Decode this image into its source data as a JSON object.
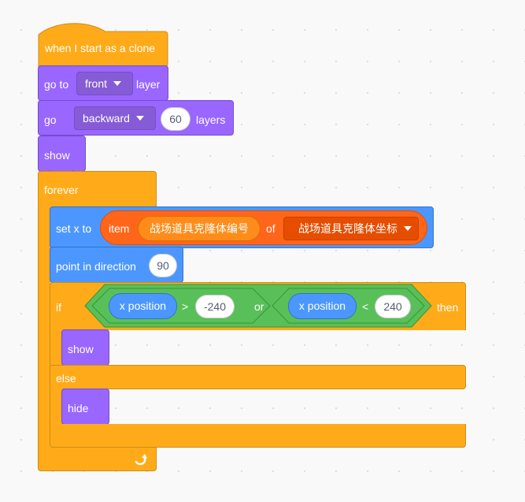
{
  "script": {
    "hat": {
      "label": "when I start as a clone"
    },
    "go_to_layer": {
      "label_go_to": "go to",
      "layer_option": "front",
      "label_layer": "layer"
    },
    "go_layers": {
      "label_go": "go",
      "direction_option": "backward",
      "amount": "60",
      "label_layers": "layers"
    },
    "show_top": {
      "label": "show"
    },
    "forever": {
      "label": "forever"
    },
    "set_x": {
      "label_set": "set x to",
      "item_label": "item",
      "item_index_var": "战场道具克隆体编号",
      "of_label": "of",
      "list_option": "战场道具克隆体坐标"
    },
    "point_direction": {
      "label": "point in direction",
      "value": "90"
    },
    "if_else": {
      "if_label": "if",
      "then_label": "then",
      "else_label": "else",
      "cond_left": {
        "reporter": "x position",
        "operator": ">",
        "value": "-240"
      },
      "or_label": "or",
      "cond_right": {
        "reporter": "x position",
        "operator": "<",
        "value": "240"
      }
    },
    "show_inner": {
      "label": "show"
    },
    "hide_inner": {
      "label": "hide"
    }
  },
  "colors": {
    "events": "#ffbf00",
    "looks": "#9966ff",
    "control": "#ffab19",
    "motion": "#4c97ff",
    "operators": "#59c059",
    "list": "#ff661a"
  },
  "icons": {
    "loop_arrow": "loop-arrow-icon",
    "dropdown": "dropdown-caret-icon"
  }
}
